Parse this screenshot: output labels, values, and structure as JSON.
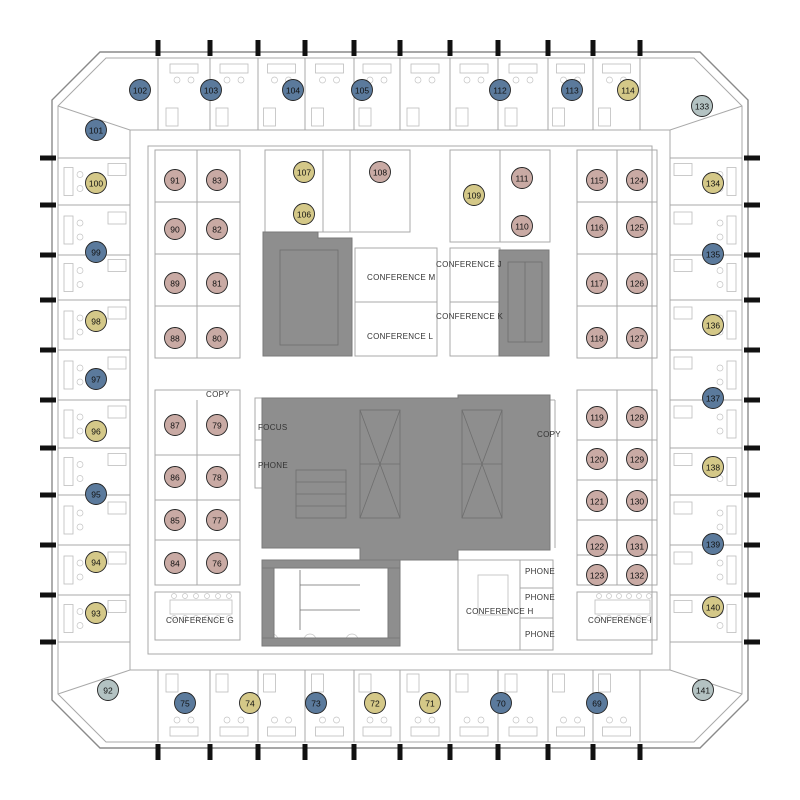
{
  "palette": {
    "blue": "#5b7a9c",
    "gold": "#d4c888",
    "mauve": "#c9aaa4",
    "sage": "#b3c2c2",
    "core_gray": "#8e8e8e",
    "mullion": "#111111"
  },
  "rooms": [
    {
      "id": "conference-m",
      "label": "CONFERENCE M"
    },
    {
      "id": "conference-l",
      "label": "CONFERENCE L"
    },
    {
      "id": "conference-j",
      "label": "CONFERENCE J"
    },
    {
      "id": "conference-k",
      "label": "CONFERENCE K"
    },
    {
      "id": "conference-g",
      "label": "CONFERENCE G"
    },
    {
      "id": "conference-h",
      "label": "CONFERENCE H"
    },
    {
      "id": "conference-i",
      "label": "CONFERENCE I"
    },
    {
      "id": "copy-west",
      "label": "COPY"
    },
    {
      "id": "copy-east",
      "label": "COPY"
    },
    {
      "id": "focus",
      "label": "FOCUS"
    },
    {
      "id": "phone-west",
      "label": "PHONE"
    },
    {
      "id": "phone-east-1",
      "label": "PHONE"
    },
    {
      "id": "phone-east-2",
      "label": "PHONE"
    },
    {
      "id": "phone-east-3",
      "label": "PHONE"
    }
  ],
  "seats": [
    {
      "num": "102",
      "color": "blue"
    },
    {
      "num": "103",
      "color": "blue"
    },
    {
      "num": "104",
      "color": "blue"
    },
    {
      "num": "105",
      "color": "blue"
    },
    {
      "num": "112",
      "color": "blue"
    },
    {
      "num": "113",
      "color": "blue"
    },
    {
      "num": "114",
      "color": "gold"
    },
    {
      "num": "133",
      "color": "sage"
    },
    {
      "num": "101",
      "color": "blue"
    },
    {
      "num": "100",
      "color": "gold"
    },
    {
      "num": "99",
      "color": "blue"
    },
    {
      "num": "98",
      "color": "gold"
    },
    {
      "num": "97",
      "color": "blue"
    },
    {
      "num": "96",
      "color": "gold"
    },
    {
      "num": "95",
      "color": "blue"
    },
    {
      "num": "94",
      "color": "gold"
    },
    {
      "num": "93",
      "color": "gold"
    },
    {
      "num": "92",
      "color": "sage"
    },
    {
      "num": "75",
      "color": "blue"
    },
    {
      "num": "74",
      "color": "gold"
    },
    {
      "num": "73",
      "color": "blue"
    },
    {
      "num": "72",
      "color": "gold"
    },
    {
      "num": "71",
      "color": "gold"
    },
    {
      "num": "70",
      "color": "blue"
    },
    {
      "num": "69",
      "color": "blue"
    },
    {
      "num": "141",
      "color": "sage"
    },
    {
      "num": "134",
      "color": "gold"
    },
    {
      "num": "135",
      "color": "blue"
    },
    {
      "num": "136",
      "color": "gold"
    },
    {
      "num": "137",
      "color": "blue"
    },
    {
      "num": "138",
      "color": "gold"
    },
    {
      "num": "139",
      "color": "blue"
    },
    {
      "num": "140",
      "color": "gold"
    },
    {
      "num": "107",
      "color": "gold"
    },
    {
      "num": "108",
      "color": "mauve"
    },
    {
      "num": "106",
      "color": "gold"
    },
    {
      "num": "109",
      "color": "gold"
    },
    {
      "num": "111",
      "color": "mauve"
    },
    {
      "num": "110",
      "color": "mauve"
    },
    {
      "num": "91",
      "color": "mauve"
    },
    {
      "num": "83",
      "color": "mauve"
    },
    {
      "num": "90",
      "color": "mauve"
    },
    {
      "num": "82",
      "color": "mauve"
    },
    {
      "num": "89",
      "color": "mauve"
    },
    {
      "num": "81",
      "color": "mauve"
    },
    {
      "num": "88",
      "color": "mauve"
    },
    {
      "num": "80",
      "color": "mauve"
    },
    {
      "num": "87",
      "color": "mauve"
    },
    {
      "num": "79",
      "color": "mauve"
    },
    {
      "num": "86",
      "color": "mauve"
    },
    {
      "num": "78",
      "color": "mauve"
    },
    {
      "num": "85",
      "color": "mauve"
    },
    {
      "num": "77",
      "color": "mauve"
    },
    {
      "num": "84",
      "color": "mauve"
    },
    {
      "num": "76",
      "color": "mauve"
    },
    {
      "num": "115",
      "color": "mauve"
    },
    {
      "num": "124",
      "color": "mauve"
    },
    {
      "num": "116",
      "color": "mauve"
    },
    {
      "num": "125",
      "color": "mauve"
    },
    {
      "num": "117",
      "color": "mauve"
    },
    {
      "num": "126",
      "color": "mauve"
    },
    {
      "num": "118",
      "color": "mauve"
    },
    {
      "num": "127",
      "color": "mauve"
    },
    {
      "num": "119",
      "color": "mauve"
    },
    {
      "num": "128",
      "color": "mauve"
    },
    {
      "num": "120",
      "color": "mauve"
    },
    {
      "num": "129",
      "color": "mauve"
    },
    {
      "num": "121",
      "color": "mauve"
    },
    {
      "num": "130",
      "color": "mauve"
    },
    {
      "num": "122",
      "color": "mauve"
    },
    {
      "num": "131",
      "color": "mauve"
    },
    {
      "num": "123",
      "color": "mauve"
    },
    {
      "num": "132",
      "color": "mauve"
    }
  ]
}
